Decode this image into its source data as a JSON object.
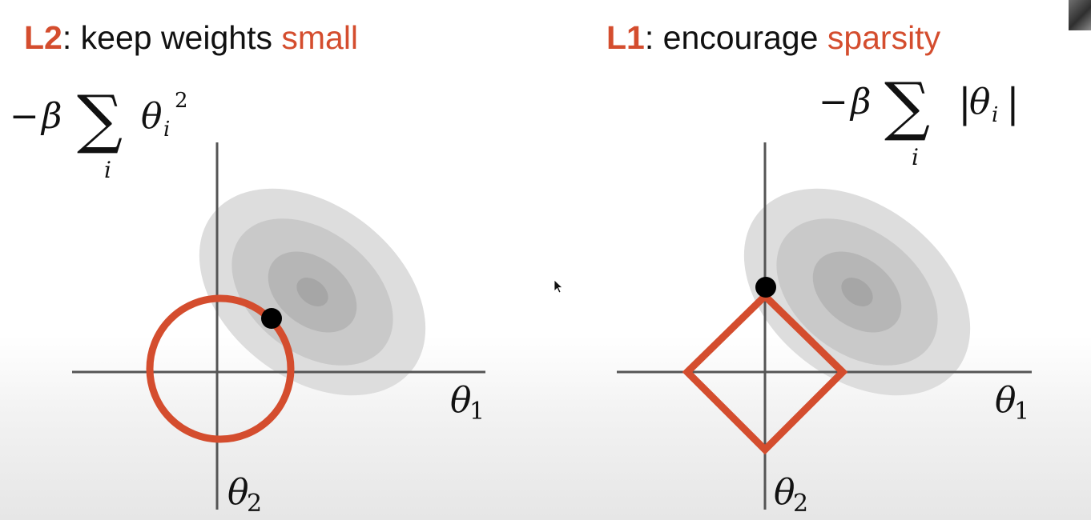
{
  "colors": {
    "accent": "#d44d2e",
    "axis": "#555555",
    "point": "#000000",
    "contour_levels": [
      "#dddddd",
      "#c9c9c9",
      "#b6b6b6",
      "#a6a6a6"
    ]
  },
  "left_panel": {
    "heading": {
      "tag": "L2",
      "text": ": keep weights ",
      "emphasis": "small"
    },
    "formula": {
      "minus": "−",
      "beta": "β",
      "sum": "∑",
      "index": "i",
      "theta": "θ",
      "sub": "i",
      "sup": "2"
    },
    "axis_x": {
      "symbol": "θ",
      "sub": "1"
    },
    "axis_y": {
      "symbol": "θ",
      "sub": "2"
    },
    "constraint_shape": "circle"
  },
  "right_panel": {
    "heading": {
      "tag": "L1",
      "text": ": encourage ",
      "emphasis": "sparsity"
    },
    "formula": {
      "minus": "−",
      "beta": "β",
      "sum": "∑",
      "index": "i",
      "bar_open": "|",
      "theta": "θ",
      "sub": "i",
      "bar_close": "|"
    },
    "axis_x": {
      "symbol": "θ",
      "sub": "1"
    },
    "axis_y": {
      "symbol": "θ",
      "sub": "2"
    },
    "constraint_shape": "diamond"
  }
}
